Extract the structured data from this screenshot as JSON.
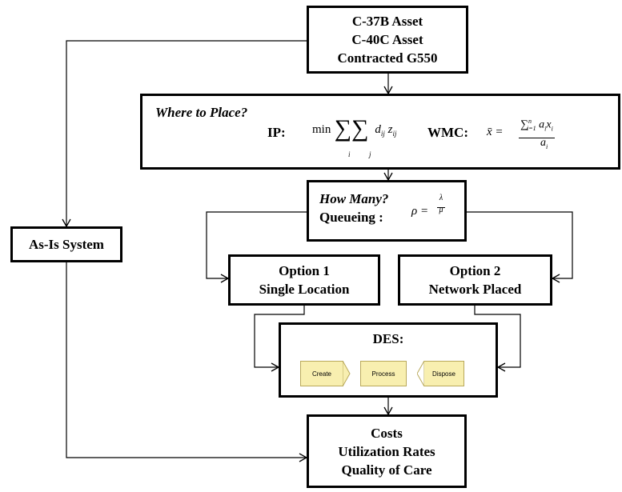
{
  "assets": {
    "lines": [
      "C-37B Asset",
      "C-40C Asset",
      "Contracted  G550"
    ]
  },
  "where_to_place": {
    "question": "Where to Place?",
    "ip_label": "IP:",
    "ip_formula": "min ∑ᵢ ∑ⱼ dᵢⱼ zᵢⱼ",
    "wmc_label": "WMC:",
    "wmc_formula": "x̄ = ∑ᵢ₌₁ⁿ aᵢxᵢ / aᵢ"
  },
  "how_many": {
    "question": "How Many?",
    "queueing_label": "Queueing :",
    "formula": "ρ = λ/μ"
  },
  "as_is": {
    "label": "As-Is System"
  },
  "option1": {
    "lines": [
      "Option 1",
      "Single Location"
    ]
  },
  "option2": {
    "lines": [
      "Option 2",
      "Network  Placed"
    ]
  },
  "des": {
    "title": "DES:",
    "blocks": [
      "Create",
      "Process",
      "Dispose"
    ]
  },
  "outputs": {
    "lines": [
      "Costs",
      "Utilization Rates",
      "Quality of Care"
    ]
  }
}
